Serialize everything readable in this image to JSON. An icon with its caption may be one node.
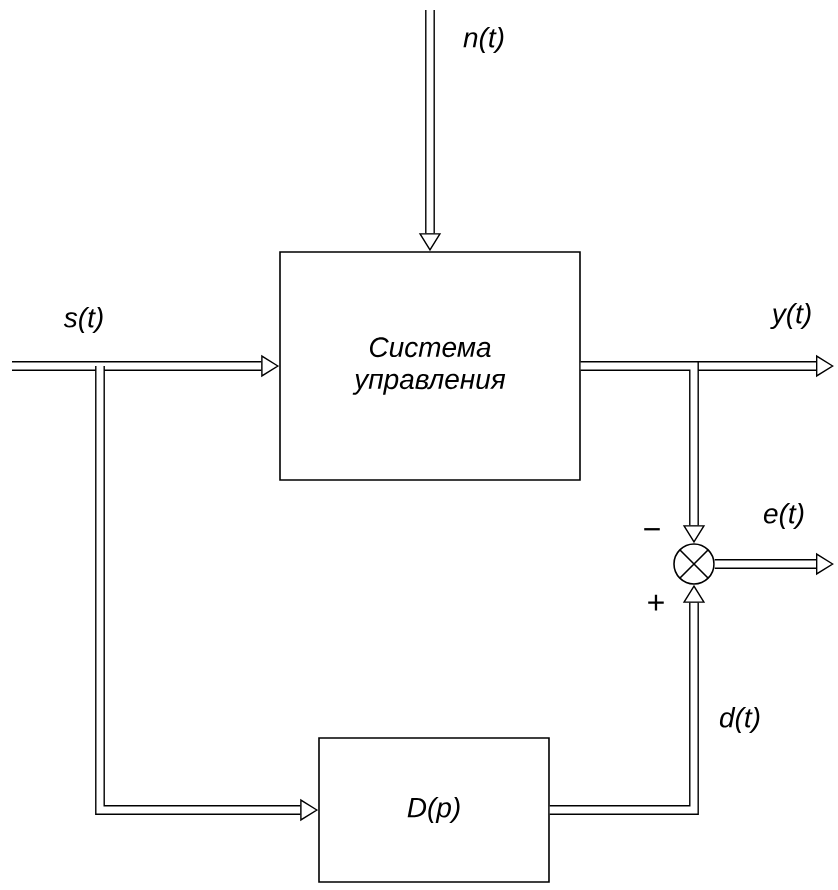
{
  "diagram": {
    "nodes": [
      {
        "text": [
          "Система управления"
        ]
      },
      {
        "text": [
          "D(p)"
        ]
      },
      {
        "text": [],
        "shape": "circle"
      }
    ],
    "edges": [
      {
        "from": null,
        "to": 0,
        "arrow": "to",
        "label": "n(t)"
      },
      {
        "from": null,
        "to": 0,
        "arrow": "to",
        "label": "s(t)"
      },
      {
        "from": null,
        "to": 1,
        "arrow": "to"
      },
      {
        "from": 0,
        "to": null,
        "arrow": "to",
        "label": "y(t)"
      },
      {
        "from": 0,
        "to": 2,
        "arrow": "to"
      },
      {
        "from": 1,
        "to": 2,
        "arrow": "to",
        "label": "d(t)"
      },
      {
        "from": 2,
        "to": null,
        "arrow": "to",
        "label": "e(t)"
      }
    ],
    "labels": [
      "−",
      "+"
    ]
  }
}
